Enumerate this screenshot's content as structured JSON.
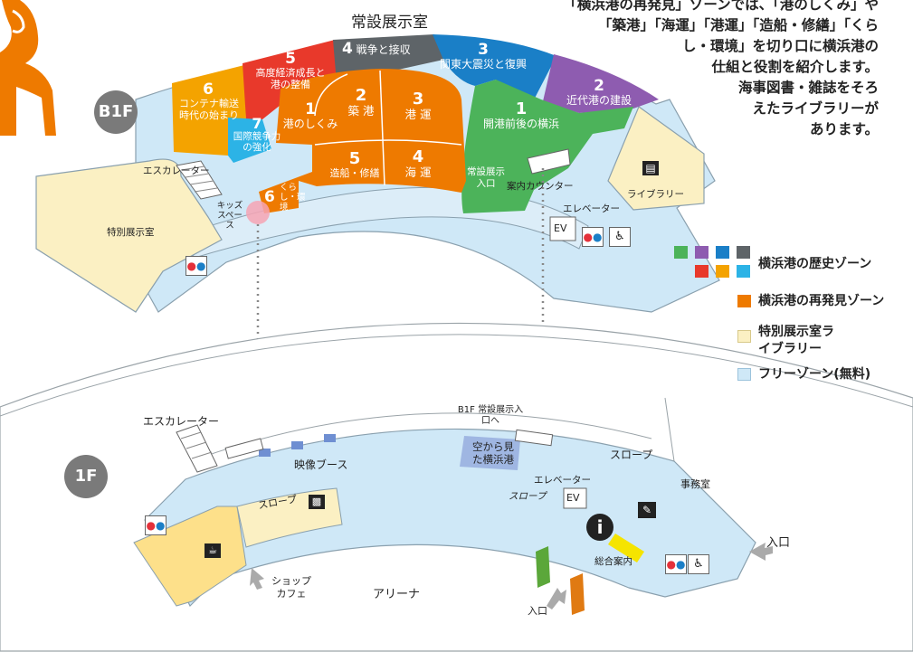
{
  "description": {
    "lines": [
      "「横浜港の再発見」ゾーンでは、「港のしくみ」や",
      "「築港」「海運」「港運」「造船・修繕」「くら",
      "し・環境」を切り口に横浜港の",
      "仕組と役割を紹介します。",
      "海事図書・雑誌をそろ",
      "えたライブラリーが",
      "あります。"
    ]
  },
  "floors": {
    "b1": "B1F",
    "f1": "1F"
  },
  "b1f": {
    "title": "常設展示室",
    "history_zones": [
      {
        "num": "1",
        "label": "開港前後の横浜"
      },
      {
        "num": "2",
        "label": "近代港の建設"
      },
      {
        "num": "3",
        "label": "関東大震災と復興"
      },
      {
        "num": "4",
        "label": "戦争と接収"
      },
      {
        "num": "5",
        "label": "高度経済成長と港の整備"
      },
      {
        "num": "6",
        "label": "コンテナ輸送時代の始まり"
      },
      {
        "num": "7",
        "label": "国際競争力の強化"
      }
    ],
    "rediscovery_zones": [
      {
        "num": "1",
        "label": "港のしくみ"
      },
      {
        "num": "2",
        "label": "築 港"
      },
      {
        "num": "3",
        "label": "港 運"
      },
      {
        "num": "4",
        "label": "海 運"
      },
      {
        "num": "5",
        "label": "造船・修繕"
      },
      {
        "num": "6",
        "label": "くらし・環境"
      }
    ],
    "labels": {
      "escalator": "エスカレーター",
      "kids_space": "キッズスペース",
      "special_exhibition": "特別展示室",
      "entrance": "常設展示入口",
      "info_counter": "案内カウンター",
      "library": "ライブラリー",
      "elevator": "エレベーター",
      "ev": "EV"
    }
  },
  "f1": {
    "labels": {
      "escalator": "エスカレーター",
      "video_booth": "映像ブース",
      "b1_entrance": "B1F 常設展示入口へ",
      "aerial": "空から見た横浜港",
      "slope_top": "スロープ",
      "elevator": "エレベーター",
      "ev": "EV",
      "slope_mid": "スロープ",
      "office": "事務室",
      "slope_left": "スロープ",
      "shop_cafe": "ショップカフェ",
      "arena": "アリーナ",
      "entrance_bottom": "入口",
      "entrance_right": "入口",
      "general_info": "総合案内"
    }
  },
  "legend": [
    {
      "label": "横浜港の歴史ゾーン",
      "colors": [
        "#4cb35a",
        "#8e5cb0",
        "#1a7fc7",
        "#5e6468",
        "#e8392b",
        "#f4a300",
        "#2cb3e6"
      ]
    },
    {
      "label": "横浜港の再発見ゾーン",
      "colors": [
        "#ee7a00"
      ]
    },
    {
      "label": "特別展示室ライブラリー",
      "colors": [
        "#fbf0c3"
      ]
    },
    {
      "label": "フリーゾーン(無料)",
      "colors": [
        "#cfe8f7"
      ]
    }
  ],
  "colors": {
    "free_zone": "#cfe8f7",
    "special": "#fbf0c3",
    "rediscovery": "#ee7a00",
    "cafe": "#fde08a",
    "gray_badge": "#7a7a7a"
  },
  "icons": [
    "restroom-icon",
    "accessible-icon",
    "library-book-icon",
    "gift-icon",
    "cafe-cup-icon",
    "info-icon",
    "pen-icon"
  ]
}
